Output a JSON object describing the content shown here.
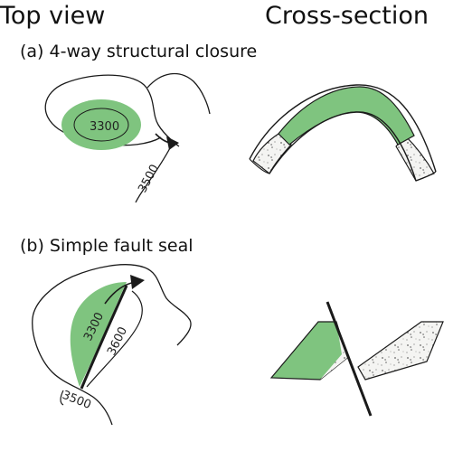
{
  "headers": {
    "top_view": "Top view",
    "cross_section": "Cross-section"
  },
  "sections": {
    "a": {
      "label": "(a) 4-way structural closure",
      "contour_inner": "3300",
      "contour_outer": "3500"
    },
    "b": {
      "label": "(b) Simple fault seal",
      "contour_inner": "3300",
      "contour_mid": "3600",
      "contour_outer": "3500"
    }
  },
  "colors": {
    "reservoir_green": "#7fc47f",
    "line": "#1a1a1a",
    "sand_fill": "#f4f4f2"
  }
}
